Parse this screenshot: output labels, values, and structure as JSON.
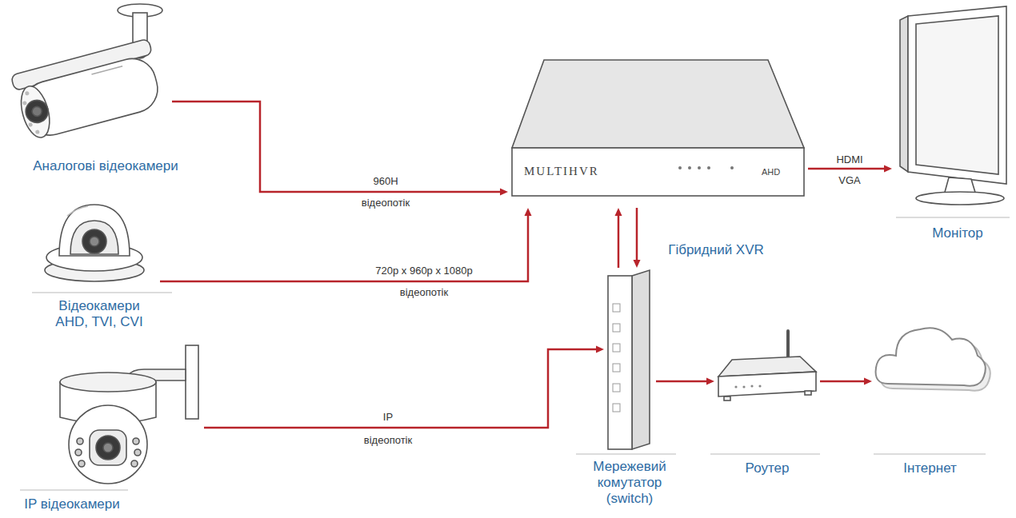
{
  "diagram": {
    "nodes": [
      {
        "text": [
          "Аналогові відеокамери"
        ]
      },
      {
        "text": [
          "Відеокамери AHD, TVI, CVI"
        ]
      },
      {
        "text": [
          "IP відеокамери"
        ]
      },
      {
        "text": [
          "MULTIHVR",
          "AHD",
          "Гібридний XVR"
        ]
      },
      {
        "text": [
          "Монітор"
        ]
      },
      {
        "text": [
          "Мережевий комутатор (switch)"
        ]
      },
      {
        "text": [
          "Роутер"
        ]
      },
      {
        "text": [
          "Інтернет"
        ]
      }
    ],
    "edges": [
      {
        "from": 0,
        "to": 3,
        "label": "960H",
        "arrow": "to"
      },
      {
        "from": 1,
        "to": 3,
        "label": "720p x 960p x 1080p",
        "arrow": "to"
      },
      {
        "from": 2,
        "to": 5,
        "label": "IP",
        "arrow": "to"
      },
      {
        "from": 3,
        "to": 4,
        "label": "HDMI",
        "arrow": "to"
      },
      {
        "from": 5,
        "to": 3,
        "arrow": "to"
      },
      {
        "from": 3,
        "to": 5,
        "arrow": "to"
      },
      {
        "from": 5,
        "to": 6,
        "arrow": "to"
      },
      {
        "from": 6,
        "to": 7,
        "arrow": "to"
      }
    ],
    "labels": [
      "відеопотік",
      "відеопотік",
      "відеопотік",
      "VGA"
    ]
  }
}
